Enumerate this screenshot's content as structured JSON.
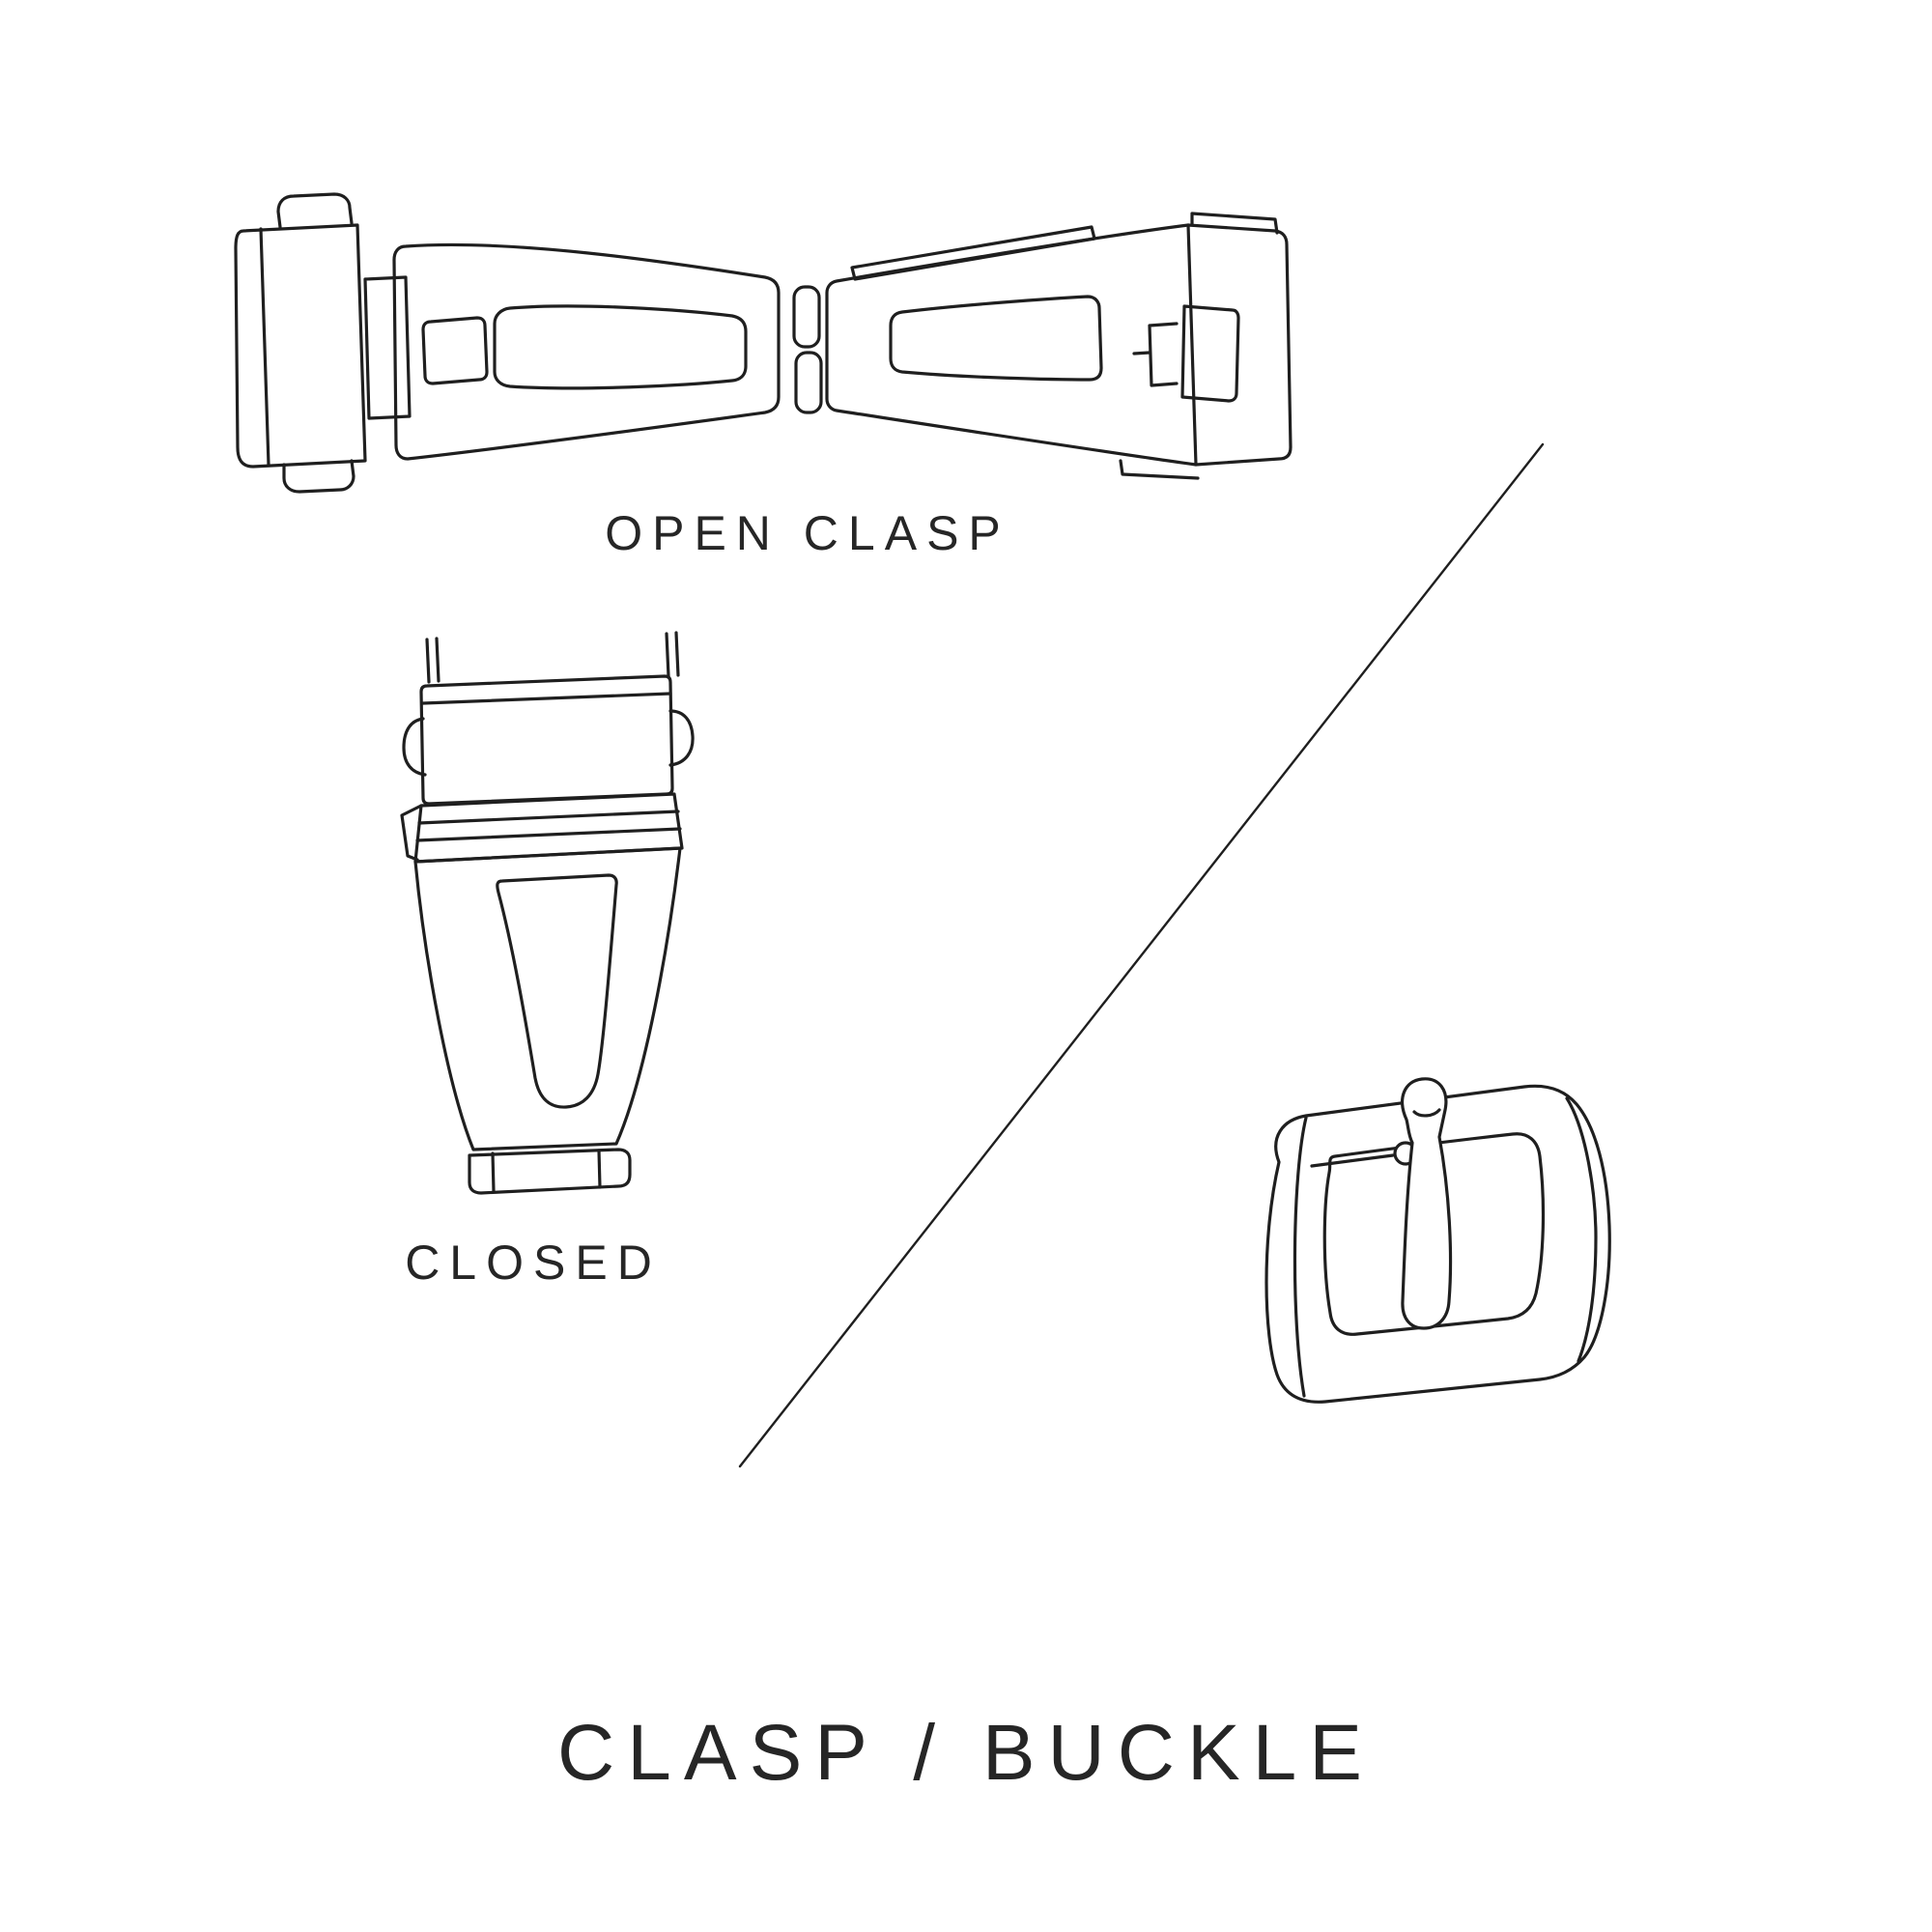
{
  "page": {
    "background": "#ffffff",
    "line_color": "#1f1f1f",
    "text_color": "#262626"
  },
  "labels": {
    "open_clasp": "OPEN CLASP",
    "closed": "CLOSED",
    "title": "CLASP / BUCKLE"
  },
  "illustrations": {
    "open_clasp": "open-clasp-line-drawing",
    "closed_clasp": "closed-clasp-line-drawing",
    "buckle": "tang-buckle-line-drawing",
    "divider": "diagonal-divider-line"
  }
}
